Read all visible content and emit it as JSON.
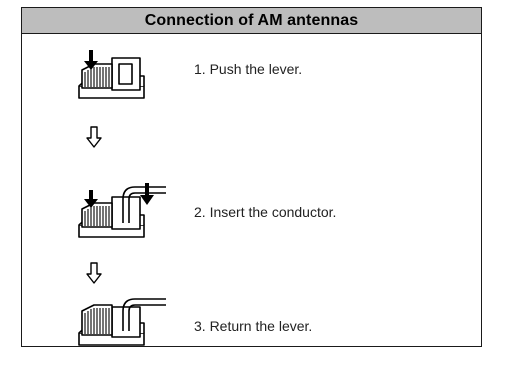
{
  "title": "Connection of AM antennas",
  "steps": [
    {
      "text": "1. Push the lever.",
      "icon": "terminal-lever-pushed-icon"
    },
    {
      "text": "2. Insert the conductor.",
      "icon": "terminal-insert-conductor-icon"
    },
    {
      "text": "3. Return the lever.",
      "icon": "terminal-lever-returned-icon"
    }
  ],
  "arrow_icon": "down-arrow-icon"
}
